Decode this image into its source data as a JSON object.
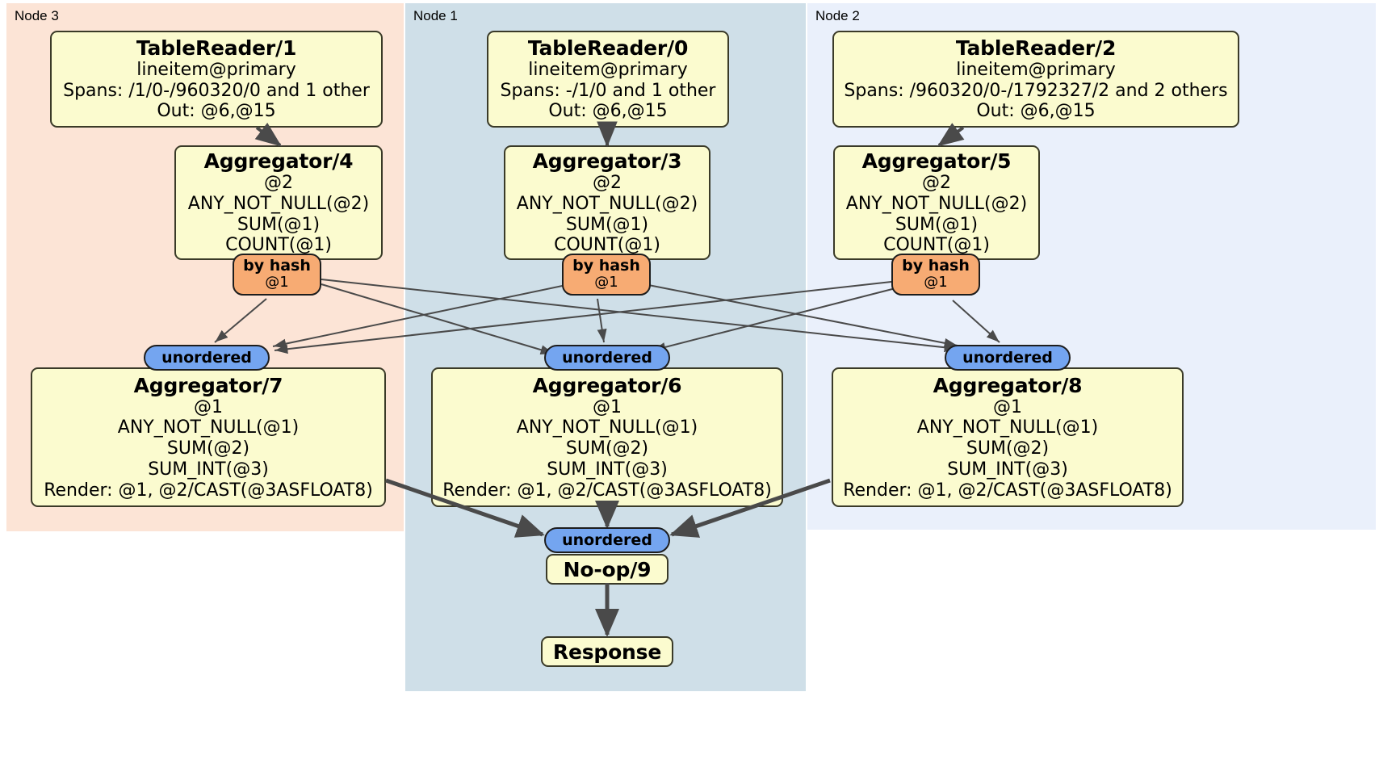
{
  "diagram": {
    "type": "distributed-query-execution-plan",
    "regions": [
      {
        "id": "node3",
        "label": "Node 3",
        "color": "#fce4d6"
      },
      {
        "id": "node1",
        "label": "Node 1",
        "color": "#cfdfe8"
      },
      {
        "id": "node2",
        "label": "Node 2",
        "color": "#eaf0fb"
      }
    ],
    "colors": {
      "processor_fill": "#fbfbcf",
      "processor_border": "#3a3a28",
      "hash_badge_fill": "#f7ab73",
      "unordered_badge_fill": "#74a5f0",
      "edge": "#4a4a4a"
    },
    "processors": [
      {
        "id": "tablereader1",
        "title": "TableReader/1",
        "lines": [
          "lineitem@primary",
          "Spans: /1/0-/960320/0 and 1 other",
          "Out: @6,@15"
        ],
        "region": "node3"
      },
      {
        "id": "tablereader0",
        "title": "TableReader/0",
        "lines": [
          "lineitem@primary",
          "Spans: -/1/0 and 1 other",
          "Out: @6,@15"
        ],
        "region": "node1"
      },
      {
        "id": "tablereader2",
        "title": "TableReader/2",
        "lines": [
          "lineitem@primary",
          "Spans: /960320/0-/1792327/2 and 2 others",
          "Out: @6,@15"
        ],
        "region": "node2"
      },
      {
        "id": "aggregator4",
        "title": "Aggregator/4",
        "lines": [
          "@2",
          "ANY_NOT_NULL(@2)",
          "SUM(@1)",
          "COUNT(@1)"
        ],
        "region": "node3"
      },
      {
        "id": "aggregator3",
        "title": "Aggregator/3",
        "lines": [
          "@2",
          "ANY_NOT_NULL(@2)",
          "SUM(@1)",
          "COUNT(@1)"
        ],
        "region": "node1"
      },
      {
        "id": "aggregator5",
        "title": "Aggregator/5",
        "lines": [
          "@2",
          "ANY_NOT_NULL(@2)",
          "SUM(@1)",
          "COUNT(@1)"
        ],
        "region": "node2"
      },
      {
        "id": "aggregator7",
        "title": "Aggregator/7",
        "lines": [
          "@1",
          "ANY_NOT_NULL(@1)",
          "SUM(@2)",
          "SUM_INT(@3)",
          "Render: @1, @2/CAST(@3ASFLOAT8)"
        ],
        "region": "node3"
      },
      {
        "id": "aggregator6",
        "title": "Aggregator/6",
        "lines": [
          "@1",
          "ANY_NOT_NULL(@1)",
          "SUM(@2)",
          "SUM_INT(@3)",
          "Render: @1, @2/CAST(@3ASFLOAT8)"
        ],
        "region": "node1"
      },
      {
        "id": "aggregator8",
        "title": "Aggregator/8",
        "lines": [
          "@1",
          "ANY_NOT_NULL(@1)",
          "SUM(@2)",
          "SUM_INT(@3)",
          "Render: @1, @2/CAST(@3ASFLOAT8)"
        ],
        "region": "node2"
      },
      {
        "id": "noop9",
        "title": "No-op/9",
        "lines": [],
        "region": "node1"
      },
      {
        "id": "response",
        "title": "Response",
        "lines": [],
        "region": "node1"
      }
    ],
    "badges": [
      {
        "id": "hash-left",
        "kind": "by-hash",
        "title": "by hash",
        "sub": "@1"
      },
      {
        "id": "hash-center",
        "kind": "by-hash",
        "title": "by hash",
        "sub": "@1"
      },
      {
        "id": "hash-right",
        "kind": "by-hash",
        "title": "by hash",
        "sub": "@1"
      },
      {
        "id": "unordered-left",
        "kind": "unordered",
        "title": "unordered",
        "sub": ""
      },
      {
        "id": "unordered-center",
        "kind": "unordered",
        "title": "unordered",
        "sub": ""
      },
      {
        "id": "unordered-right",
        "kind": "unordered",
        "title": "unordered",
        "sub": ""
      },
      {
        "id": "unordered-final",
        "kind": "unordered",
        "title": "unordered",
        "sub": ""
      }
    ]
  }
}
